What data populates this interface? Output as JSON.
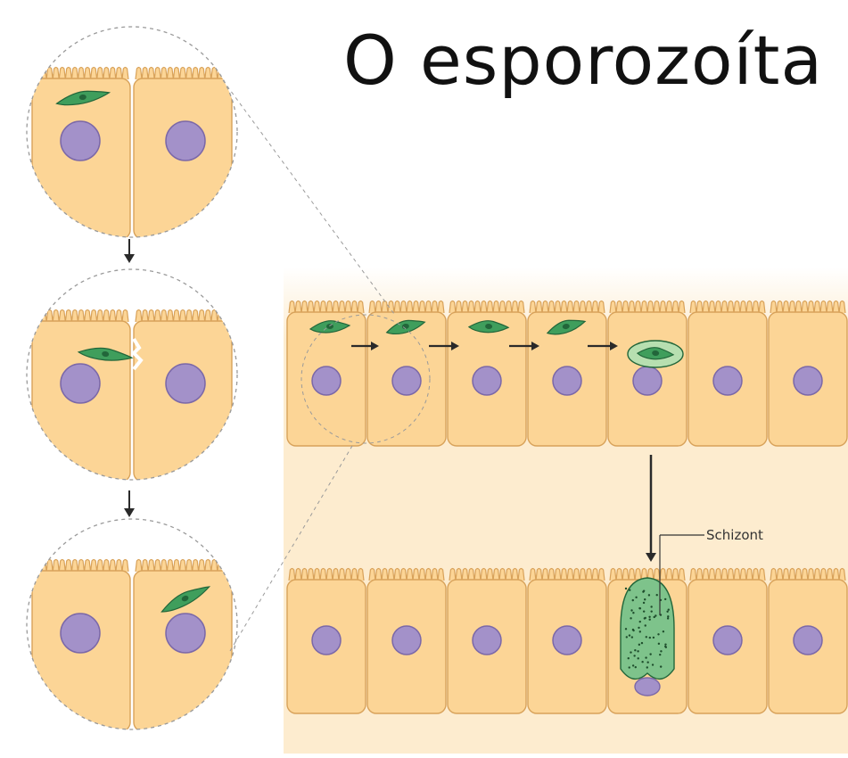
{
  "title": "O esporozoíta",
  "labels": {
    "schizont": "Schizont"
  },
  "colors": {
    "cell_fill": "#fcd596",
    "cell_stroke": "#d8a25a",
    "nucleus_fill": "#a391c9",
    "nucleus_stroke": "#7b68a8",
    "parasite_fill": "#3f9e5c",
    "parasite_dark": "#22663a",
    "schizont_fill": "#7ec38b",
    "band_fill": "#fdeccf",
    "arrow": "#2a2a2a",
    "dashed": "#9a9a9a"
  },
  "zoom_steps": [
    {
      "name": "intact-cells",
      "parasite": "above-left-cell"
    },
    {
      "name": "breaching-membrane",
      "parasite": "crossing-junction"
    },
    {
      "name": "inside-right-cell",
      "parasite": "in-right-cell"
    }
  ],
  "top_row_cells": 7,
  "bottom_row_cells": 7,
  "schizont_cell_index": 4
}
